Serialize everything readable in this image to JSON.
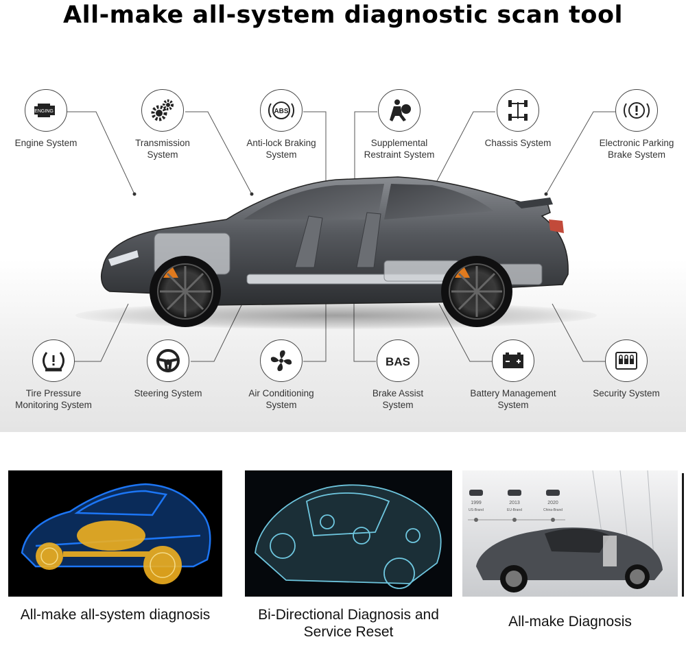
{
  "title": "All-make all-system diagnostic scan tool",
  "systems_top": [
    {
      "label": "Engine System",
      "icon": "engine-icon",
      "icon_text": "ENGING"
    },
    {
      "label": "Transmission\nSystem",
      "icon": "gears-icon"
    },
    {
      "label": "Anti-lock Braking\nSystem",
      "icon": "abs-icon",
      "icon_text": "ABS"
    },
    {
      "label": "Supplemental\nRestraint System",
      "icon": "airbag-icon"
    },
    {
      "label": "Chassis System",
      "icon": "chassis-icon"
    },
    {
      "label": "Electronic Parking\nBrake System",
      "icon": "parking-brake-icon"
    }
  ],
  "systems_bottom": [
    {
      "label": "Tire Pressure\nMonitoring System",
      "icon": "tire-pressure-icon"
    },
    {
      "label": "Steering System",
      "icon": "steering-wheel-icon"
    },
    {
      "label": "Air Conditioning\nSystem",
      "icon": "fan-icon"
    },
    {
      "label": "Brake Assist\nSystem",
      "icon": "bas-icon",
      "icon_text": "BAS"
    },
    {
      "label": "Battery Management\nSystem",
      "icon": "battery-icon"
    },
    {
      "label": "Security System",
      "icon": "security-lock-icon"
    }
  ],
  "features": [
    {
      "caption": "All-make all-system diagnosis"
    },
    {
      "caption": "Bi-Directional Diagnosis and\nService Reset"
    },
    {
      "caption": "All-make Diagnosis",
      "years": [
        "1999",
        "2013",
        "2020"
      ],
      "standards": [
        "US-Brand",
        "EU-Brand",
        "China-Brand"
      ]
    }
  ],
  "colors": {
    "car_body": "#5a5d62",
    "brake_caliper": "#e07a1e",
    "xray_blue": "#1e7bff",
    "xray_gold": "#f0b020",
    "xray_cyan": "#7fe3ff"
  }
}
